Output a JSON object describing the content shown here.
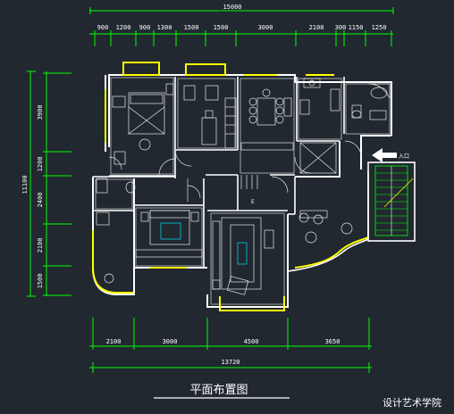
{
  "drawing": {
    "title": "平面布置图",
    "watermark": "设计艺术学院",
    "entrance_label": "入口",
    "marker_e": "E"
  },
  "dims_top": {
    "total": "15000",
    "segments": [
      "900",
      "1200",
      "900",
      "1300",
      "1500",
      "1500",
      "3000",
      "2100",
      "300",
      "1150",
      "1250"
    ]
  },
  "dims_bottom": {
    "total": "13720",
    "segments": [
      "2100",
      "3000",
      "4500",
      "3650"
    ]
  },
  "dims_left": {
    "total": "11100",
    "segments": [
      "3900",
      "1200",
      "2400",
      "2100",
      "1500"
    ]
  },
  "colors": {
    "background": "#212830",
    "dimension": "#00ff00",
    "wall": "#ffffff",
    "window": "#ffff00",
    "furniture": "#00e5ff"
  }
}
